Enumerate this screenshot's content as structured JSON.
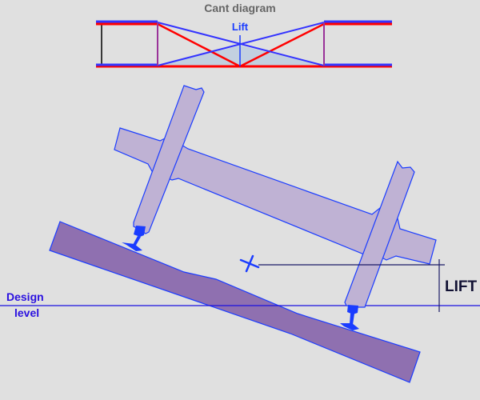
{
  "diagram": {
    "title": "Cant diagram",
    "lift_label_small": "Lift",
    "design_label_line1": "Design",
    "design_label_line2": "level",
    "lift_label_big": "LIFT"
  },
  "colors": {
    "background": "#e0e0e0",
    "title_gray": "#666666",
    "blue_line": "#3333ff",
    "red_line": "#ff0000",
    "shade": "#c2d0e0",
    "purple_frame": "#9a3399",
    "sleeper_fill": "#8f70b0",
    "wheelset_fill": "#bfb2d4",
    "outline_blue": "#1a3cff",
    "guide_line": "#1a10c0",
    "lift_dim": "#1a1a66"
  }
}
